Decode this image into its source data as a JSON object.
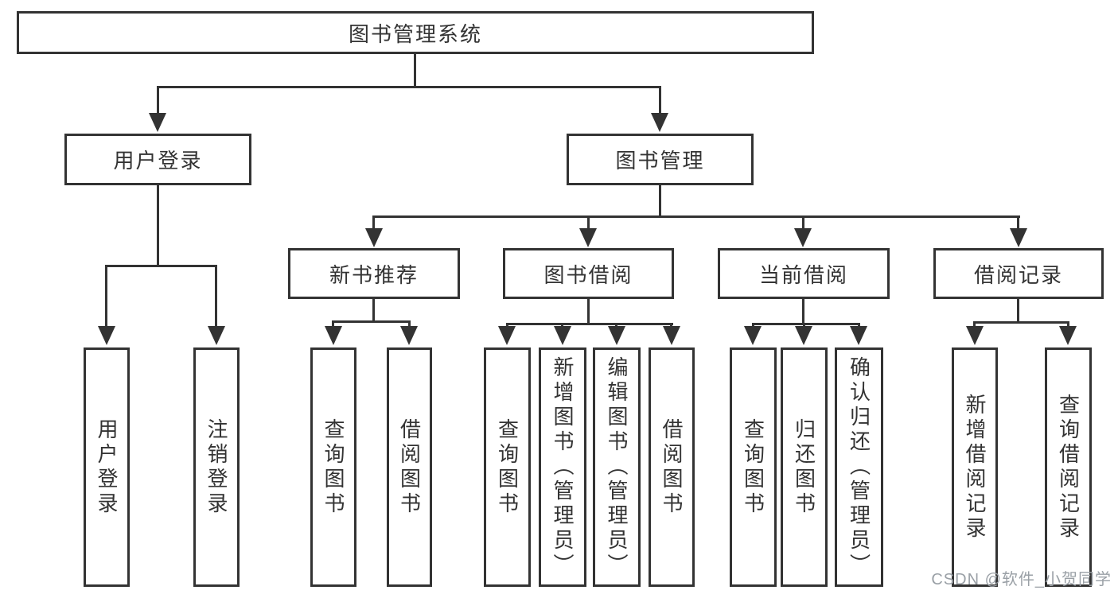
{
  "colors": {
    "line": "#333333",
    "box_border": "#333333",
    "text": "#333333",
    "background": "#ffffff",
    "watermark": "#9aa0a6"
  },
  "tree": {
    "root": {
      "label": "图书管理系统"
    },
    "level1": [
      {
        "label": "用户登录"
      },
      {
        "label": "图书管理"
      }
    ],
    "level2": [
      {
        "label": "新书推荐",
        "parent": "图书管理"
      },
      {
        "label": "图书借阅",
        "parent": "图书管理"
      },
      {
        "label": "当前借阅",
        "parent": "图书管理"
      },
      {
        "label": "借阅记录",
        "parent": "图书管理"
      }
    ],
    "leaves": [
      {
        "label": "用户登录",
        "parent": "用户登录"
      },
      {
        "label": "注销登录",
        "parent": "用户登录"
      },
      {
        "label": "查询图书",
        "parent": "新书推荐"
      },
      {
        "label": "借阅图书",
        "parent": "新书推荐"
      },
      {
        "label": "查询图书",
        "parent": "图书借阅"
      },
      {
        "label": "新增图书（管理员）",
        "parent": "图书借阅"
      },
      {
        "label": "编辑图书（管理员）",
        "parent": "图书借阅"
      },
      {
        "label": "借阅图书",
        "parent": "图书借阅"
      },
      {
        "label": "查询图书",
        "parent": "当前借阅"
      },
      {
        "label": "归还图书",
        "parent": "当前借阅"
      },
      {
        "label": "确认归还（管理员）",
        "parent": "当前借阅"
      },
      {
        "label": "新增借阅记录",
        "parent": "借阅记录"
      },
      {
        "label": "查询借阅记录",
        "parent": "借阅记录"
      }
    ]
  },
  "watermark": {
    "text": "CSDN @软件_小贺同学"
  }
}
